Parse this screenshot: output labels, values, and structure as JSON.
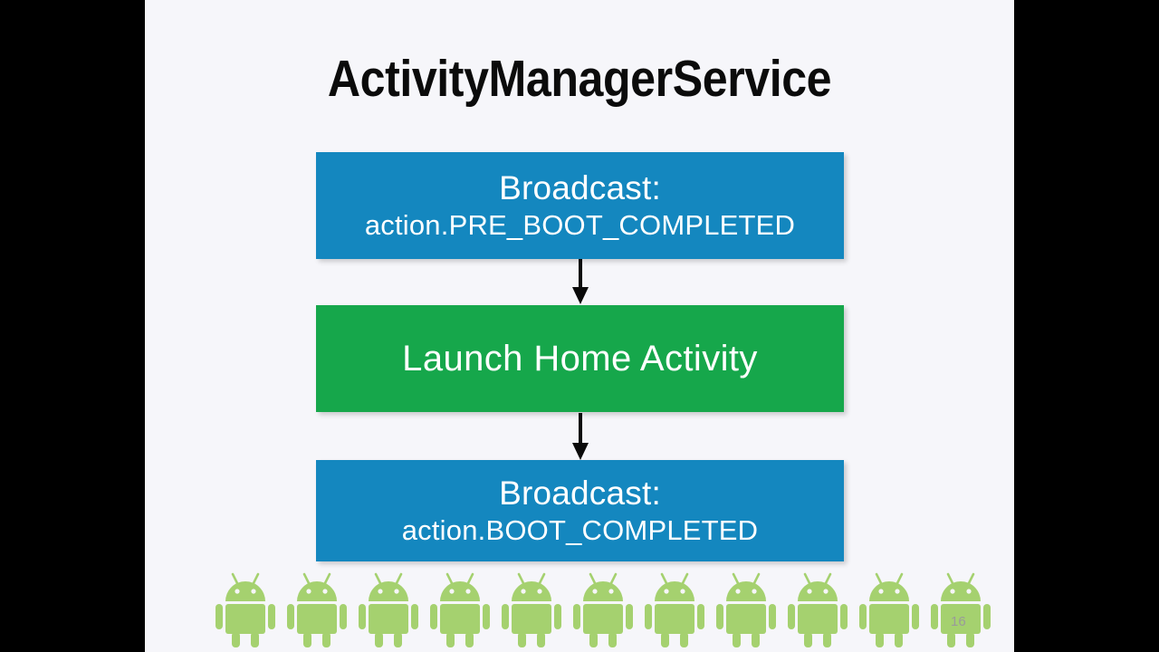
{
  "slide": {
    "title": "ActivityManagerService",
    "page_number": "16",
    "background_color": "#f6f6fa",
    "letterbox_color": "#000000"
  },
  "colors": {
    "blue_box": "#1487bf",
    "green_box": "#16a74b",
    "arrow": "#000000",
    "android_green": "#a5d16f",
    "title_text": "#0b0b0b",
    "box_text": "#ffffff",
    "page_number_text": "#9a9a9a"
  },
  "flow": {
    "boxes": [
      {
        "id": "pre-boot-broadcast",
        "color": "blue",
        "line1": "Broadcast:",
        "line2": "action.PRE_BOOT_COMPLETED"
      },
      {
        "id": "launch-home-activity",
        "color": "green",
        "line1": "Launch Home Activity",
        "line2": ""
      },
      {
        "id": "boot-broadcast",
        "color": "blue",
        "line1": "Broadcast:",
        "line2": "action.BOOT_COMPLETED"
      }
    ],
    "arrows": [
      {
        "id": "arrow-pre-boot-to-launch",
        "direction": "down"
      },
      {
        "id": "arrow-launch-to-boot",
        "direction": "down"
      }
    ]
  },
  "decoration": {
    "android_icon_name": "android-robot-icon",
    "android_icon_count": 11
  }
}
